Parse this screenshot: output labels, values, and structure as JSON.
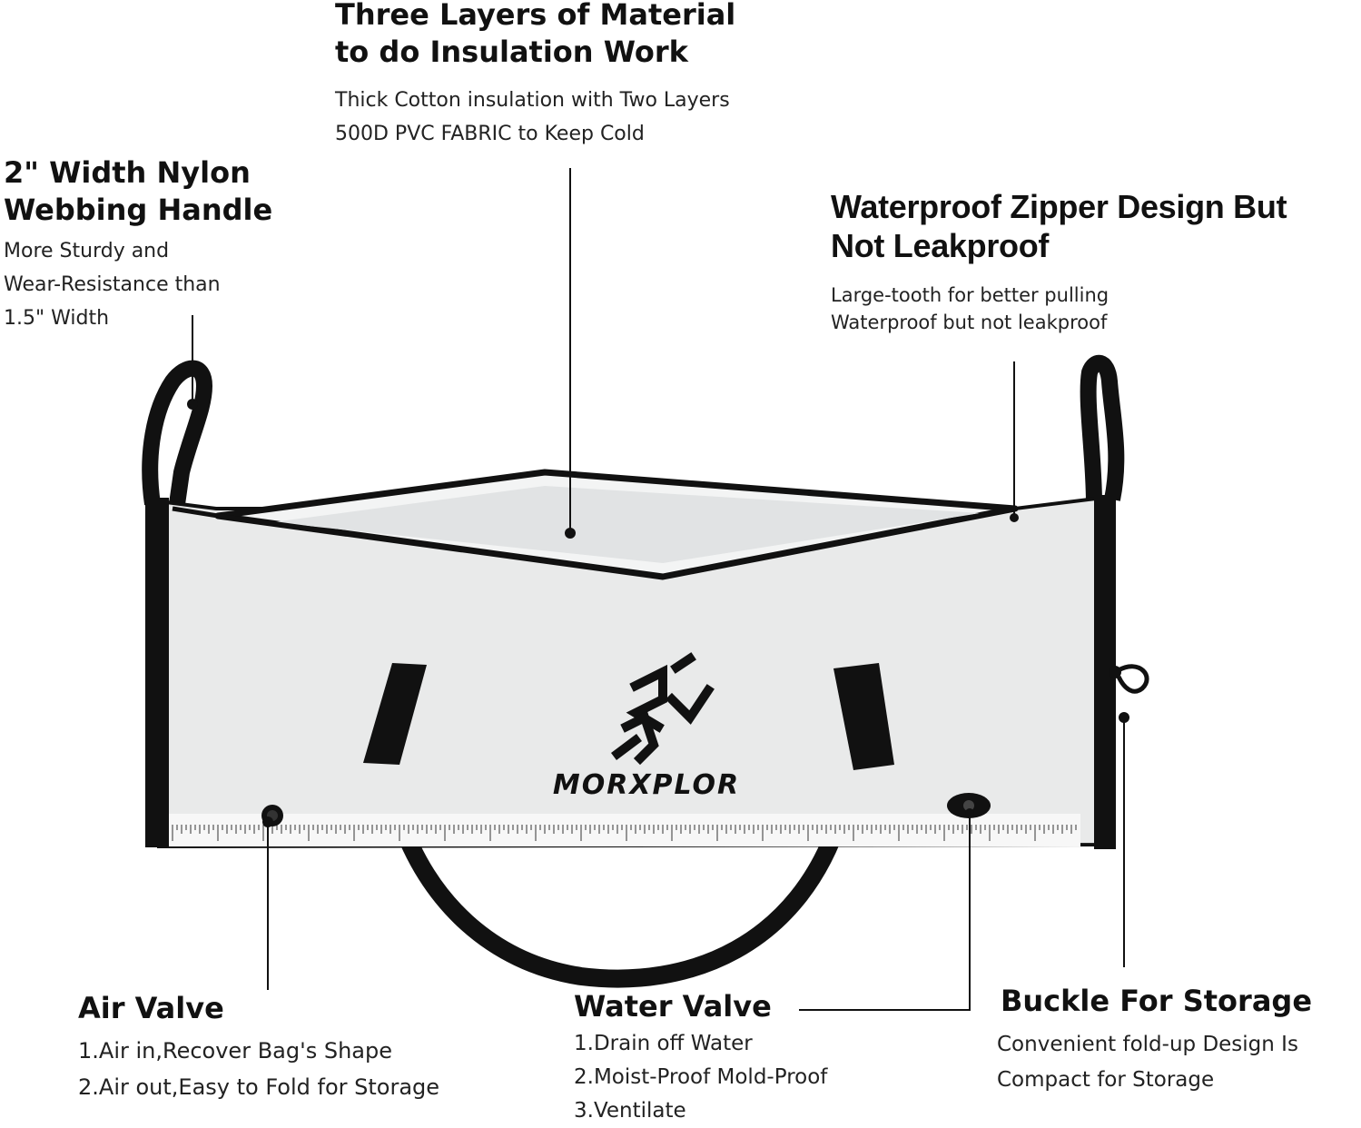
{
  "callouts": {
    "insulation": {
      "title": [
        "Three Layers of Material",
        "to do Insulation Work"
      ],
      "desc": [
        "Thick Cotton insulation with Two Layers",
        "500D PVC FABRIC to Keep Cold"
      ]
    },
    "handle": {
      "title": [
        "2\" Width Nylon",
        "Webbing Handle"
      ],
      "desc": [
        "More Sturdy and",
        "Wear-Resistance than",
        "1.5\" Width"
      ]
    },
    "zipper": {
      "title": [
        "Waterproof Zipper Design But",
        "Not Leakproof"
      ],
      "desc": [
        "Large-tooth for better pulling",
        "Waterproof but not leakproof"
      ]
    },
    "air_valve": {
      "title": "Air Valve",
      "desc": [
        "1.Air in,Recover Bag's Shape",
        "2.Air out,Easy to Fold for Storage"
      ]
    },
    "water_valve": {
      "title": "Water Valve",
      "desc": [
        "1.Drain off Water",
        "2.Moist-Proof Mold-Proof",
        "3.Ventilate"
      ]
    },
    "buckle": {
      "title": "Buckle For Storage",
      "desc": [
        "Convenient fold-up Design Is",
        "Compact for Storage"
      ]
    }
  },
  "product": {
    "brand": "MORXPLOR"
  },
  "colors": {
    "bag_body": "#e9eaea",
    "trim": "#111111",
    "text": "#111111"
  }
}
